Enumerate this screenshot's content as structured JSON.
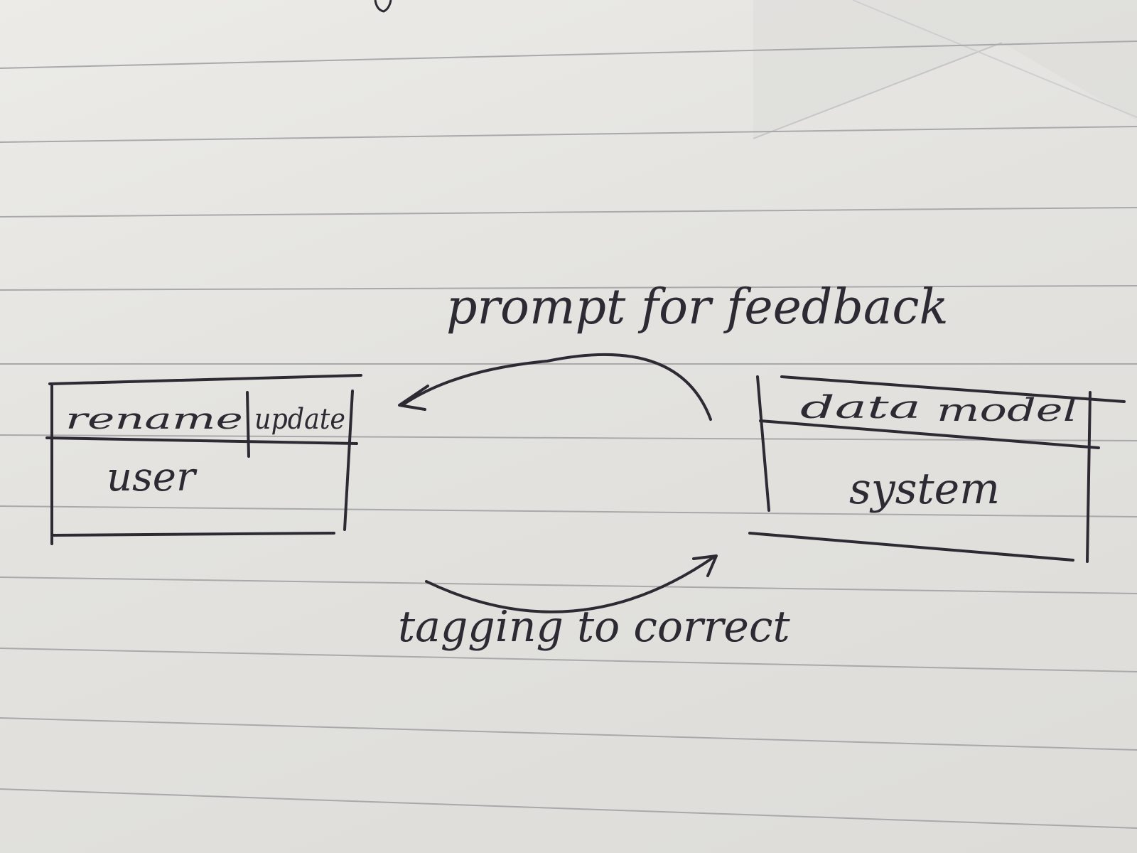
{
  "diagram": {
    "edges": [
      {
        "id": "prompt",
        "from": "system",
        "to": "user",
        "label": "prompt for feedback"
      },
      {
        "id": "tagging",
        "from": "user",
        "to": "system",
        "label": "tagging to correct"
      }
    ],
    "nodes": {
      "user": {
        "header_left": "rename",
        "header_right": "update",
        "body": "user"
      },
      "system": {
        "header_left": "data",
        "header_right": "model",
        "body": "system"
      }
    }
  },
  "colors": {
    "ink": "#2e2a33",
    "paper": "#e6e5e1",
    "rule": "#a9a9ab"
  }
}
